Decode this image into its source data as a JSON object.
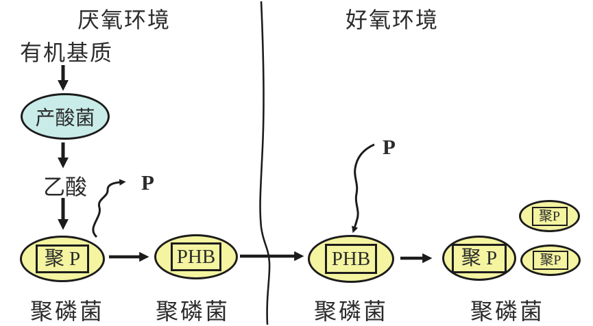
{
  "diagram": {
    "section_left_title": "厌氧环境",
    "section_right_title": "好氧环境",
    "left": {
      "substrate": "有机基质",
      "acid_bacteria": "产酸菌",
      "acetate": "乙酸",
      "released_p": "P",
      "cell1_content": "聚 P",
      "cell1_label": "聚磷菌",
      "cell2_content": "PHB",
      "cell2_label": "聚磷菌"
    },
    "right": {
      "uptaken_p": "P",
      "cell3_content": "PHB",
      "cell3_label": "聚磷菌",
      "cell4_content": "聚 P",
      "cell4_label": "聚磷菌",
      "small_cell_top_content": "聚P",
      "small_cell_bottom_content": "聚P"
    },
    "colors": {
      "acid_bacteria_fill": "#c9ece9",
      "pao_cell_fill": "#f4f4a1",
      "outline": "#1c1c1c"
    }
  }
}
